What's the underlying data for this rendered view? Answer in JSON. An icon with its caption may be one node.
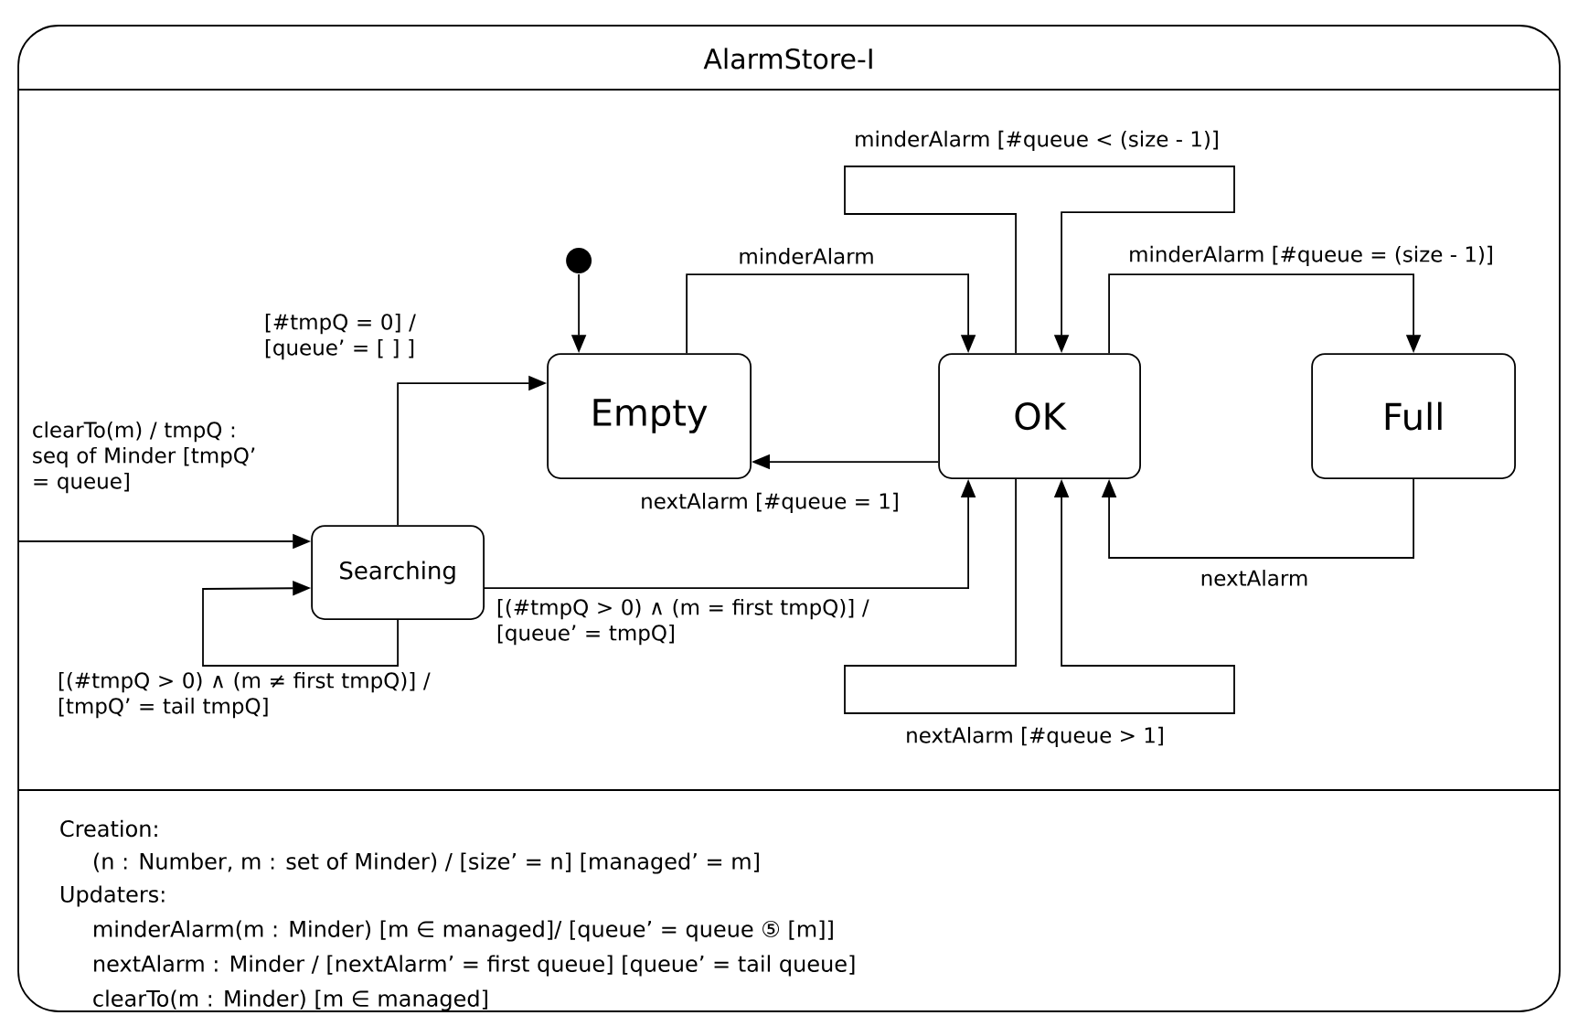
{
  "diagram": {
    "nodes": [
      {
        "text": [
          "AlarmStore-I",
          "Creation:",
          "(n : Number, m : set of Minder) / [size’ = n] [managed’ = m]",
          "Updaters:",
          "minderAlarm(m : Minder) [m ∈ managed]/ [queue’ = queue ⑤ [m]]",
          "nextAlarm : Minder / [nextAlarm’ = first queue] [queue’ = tail queue]",
          "clearTo(m : Minder) [m ∈ managed]"
        ]
      },
      {
        "text": [],
        "shape": "circle",
        "in": 0
      },
      {
        "text": [
          "Empty"
        ],
        "in": 0
      },
      {
        "text": [
          "OK"
        ],
        "in": 0
      },
      {
        "text": [
          "Full"
        ],
        "in": 0
      },
      {
        "text": [
          "Searching"
        ],
        "in": 0
      }
    ],
    "edges": [
      {
        "from": 1,
        "to": 2,
        "arrow": "to"
      },
      {
        "from": null,
        "to": 5,
        "arrow": "to",
        "label": "clearTo(m) / tmpQ : seq of Minder [tmpQ’ = queue]"
      },
      {
        "from": 5,
        "to": 5,
        "arrow": "to",
        "label": "[(#tmpQ > 0) ∧ (m ≠ first tmpQ)] / [tmpQ’ = tail tmpQ]"
      },
      {
        "from": 5,
        "to": 2,
        "arrow": "to",
        "label": "[#tmpQ = 0] / [queue’ = [ ] ]"
      },
      {
        "from": 5,
        "to": 3,
        "arrow": "to",
        "label": "[(#tmpQ > 0) ∧ (m = first tmpQ)] / [queue’ = tmpQ]"
      },
      {
        "from": 2,
        "to": 3,
        "arrow": "to",
        "label": "minderAlarm"
      },
      {
        "from": 3,
        "to": 2,
        "arrow": "to",
        "label": "nextAlarm [#queue = 1]"
      },
      {
        "from": 3,
        "to": 3,
        "arrow": "to",
        "label": "minderAlarm [#queue < (size - 1)]"
      },
      {
        "from": 3,
        "to": 4,
        "arrow": "to",
        "label": "minderAlarm [#queue = (size - 1)]"
      },
      {
        "from": 4,
        "to": 3,
        "arrow": "to",
        "label": "nextAlarm"
      },
      {
        "from": 3,
        "to": 3,
        "arrow": "to",
        "label": "nextAlarm [#queue > 1]"
      }
    ]
  }
}
